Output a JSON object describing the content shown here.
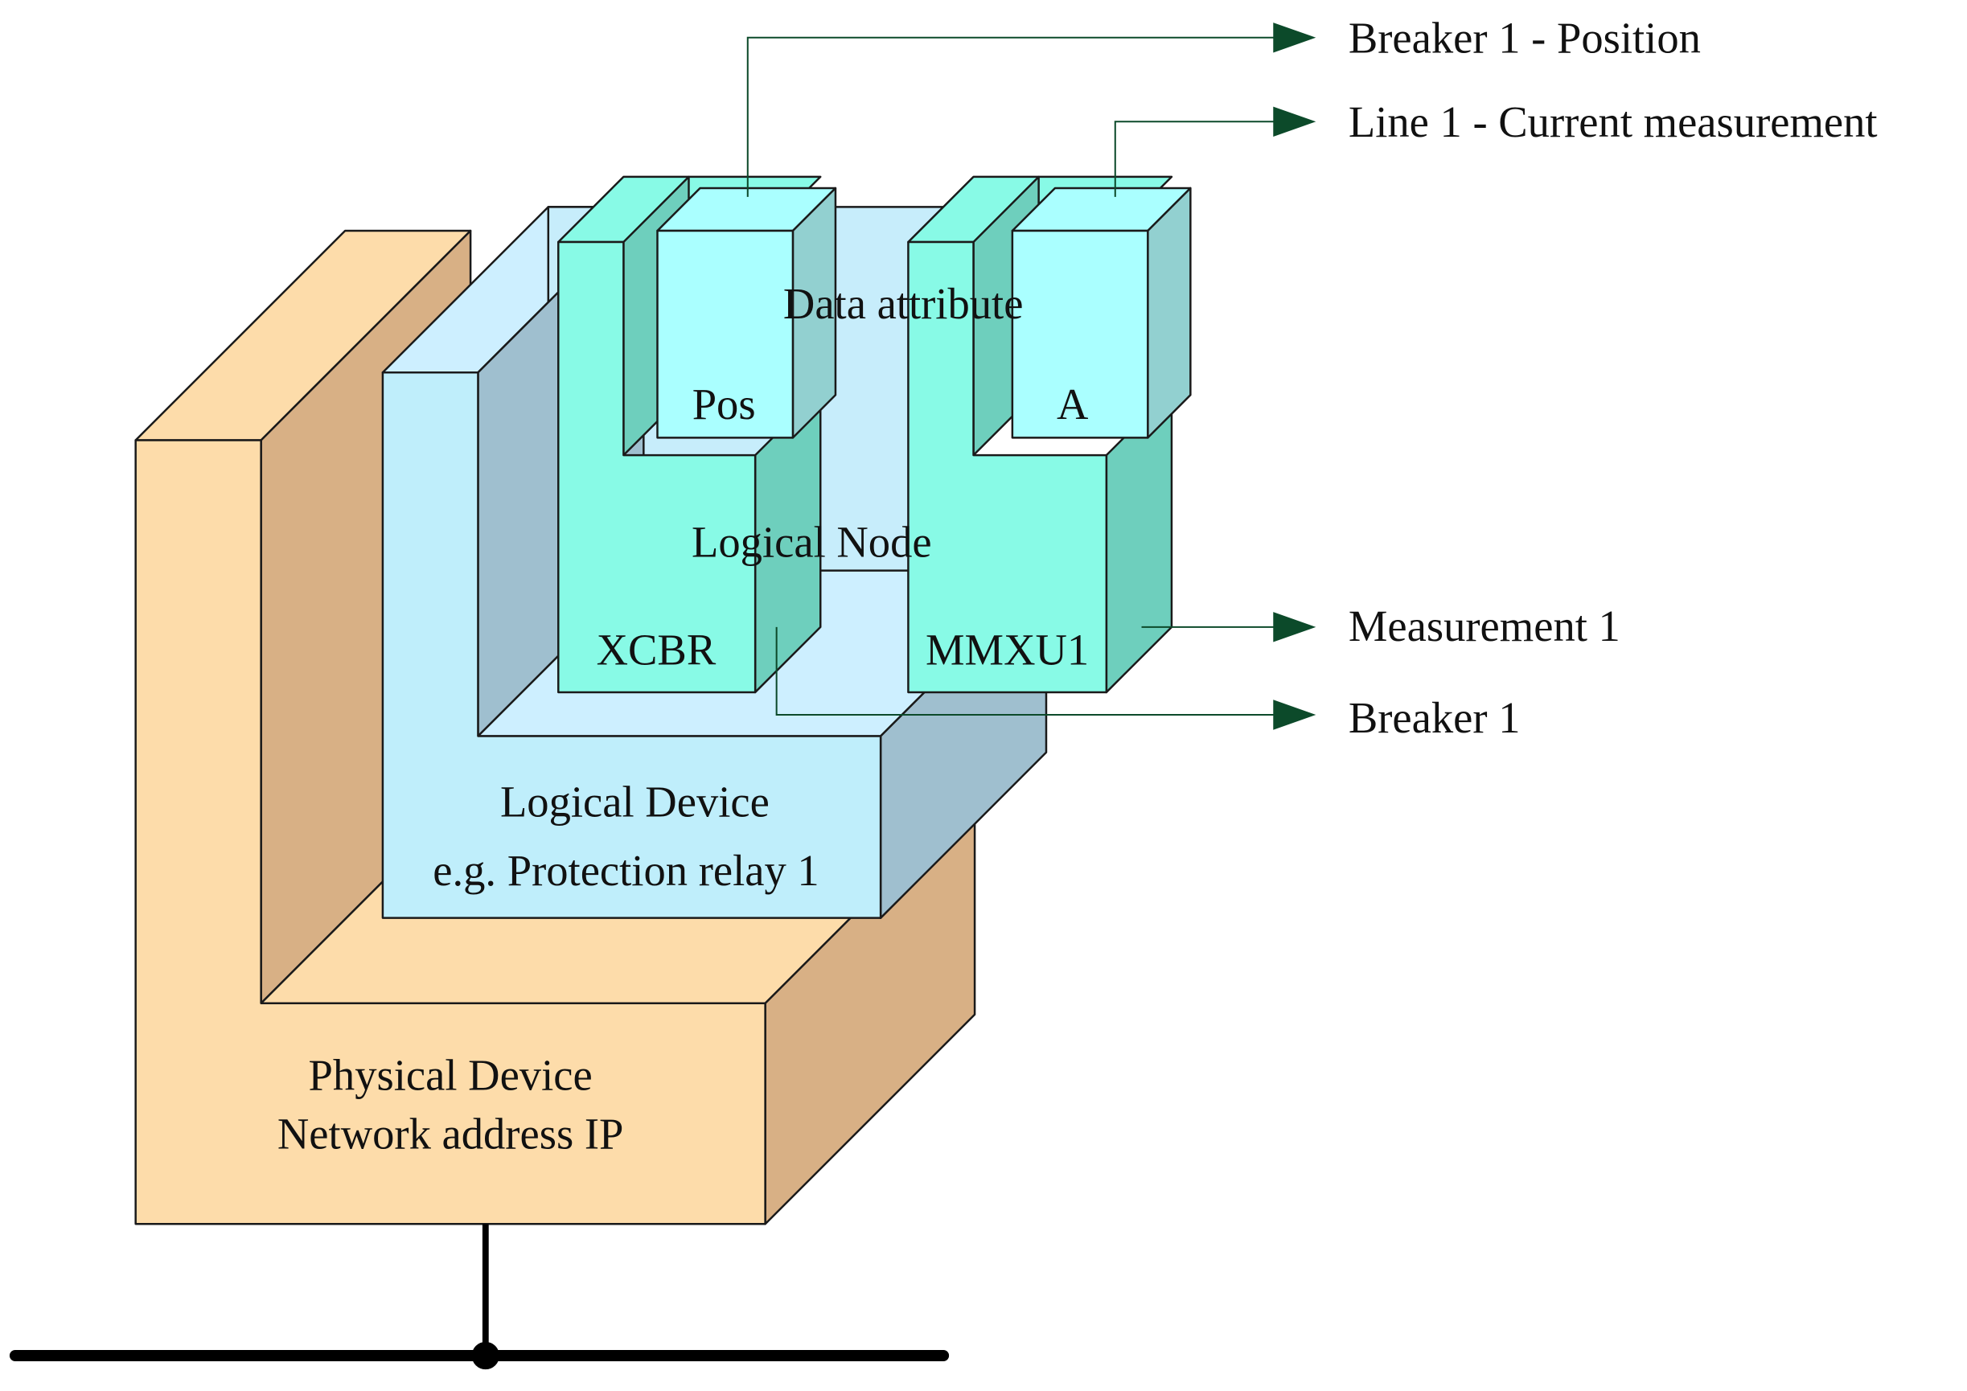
{
  "physical_device": {
    "line1": "Physical Device",
    "line2": "Network address IP"
  },
  "logical_device": {
    "line1": "Logical Device",
    "line2": "e.g. Protection relay 1"
  },
  "logical_node": {
    "label": "Logical Node"
  },
  "data_attribute": {
    "label": "Data attribute"
  },
  "node_xcbr": {
    "label": "XCBR",
    "attribute": "Pos"
  },
  "node_mmxu": {
    "label": "MMXU1",
    "attribute": "A"
  },
  "callouts": {
    "breaker_position": "Breaker 1 - Position",
    "line_current": "Line 1 - Current measurement",
    "measurement": "Measurement 1",
    "breaker": "Breaker 1"
  },
  "colors": {
    "physical_front": "#fddcaa",
    "physical_side": "#d8b085",
    "logical_device_front": "#bfeefb",
    "logical_device_side": "#9fbfcf",
    "logical_device_top": "#cdefff",
    "logical_node_front": "#88fae6",
    "logical_node_side": "#6ecfbd",
    "attribute_front": "#aaffff",
    "attribute_side": "#92d0d0",
    "arrow": "#0c4a2a"
  }
}
